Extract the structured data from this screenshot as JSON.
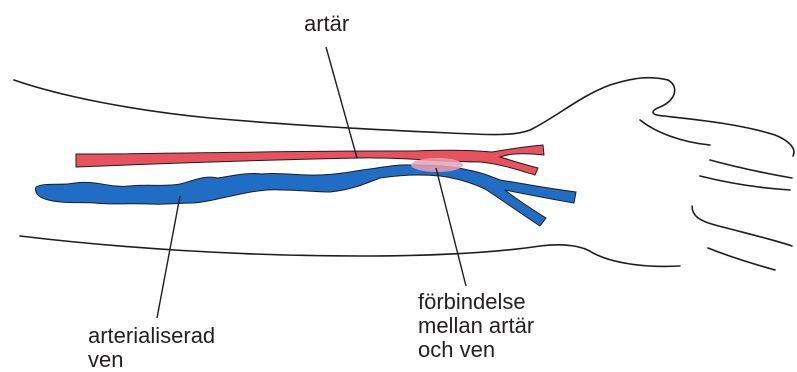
{
  "labels": {
    "artery": "artär",
    "arterialized_vein": [
      "arterialiserad",
      "ven"
    ],
    "connection": [
      "förbindelse",
      "mellan artär",
      "och ven"
    ]
  },
  "colors": {
    "artery": "#e8525e",
    "vein": "#1f6dc4",
    "outline": "#1e1e1e",
    "anastomosis": "#e7a2b5"
  }
}
